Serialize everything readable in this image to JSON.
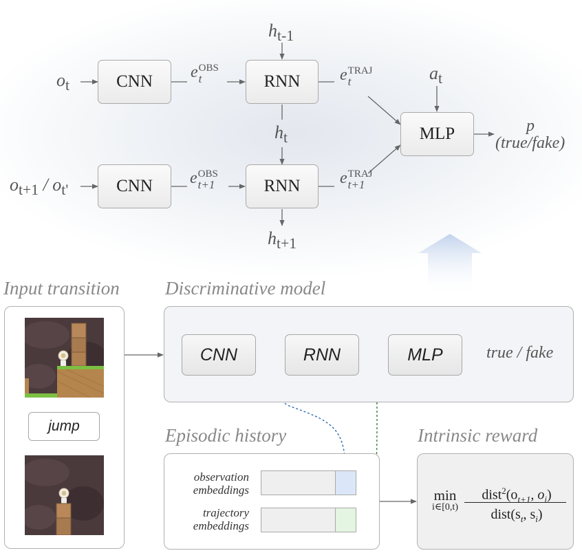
{
  "model": {
    "cnn": "CNN",
    "rnn": "RNN",
    "mlp": "MLP",
    "inputs": {
      "o_t": {
        "base": "o",
        "sub": "t"
      },
      "o_next": {
        "base1": "o",
        "sub1": "t+1",
        "sep": " / ",
        "base2": "o",
        "sub2": "t'"
      }
    },
    "h_prev": {
      "base": "h",
      "sub": "t-1"
    },
    "h_t": {
      "base": "h",
      "sub": "t"
    },
    "h_next": {
      "base": "h",
      "sub": "t+1"
    },
    "e_obs_t": {
      "base": "e",
      "sup": "OBS",
      "sub": "t"
    },
    "e_obs_next": {
      "base": "e",
      "sup": "OBS",
      "sub": "t+1"
    },
    "e_traj_t": {
      "base": "e",
      "sup": "TRAJ",
      "sub": "t"
    },
    "e_traj_next": {
      "base": "e",
      "sup": "TRAJ",
      "sub": "t+1"
    },
    "action": {
      "base": "a",
      "sub": "t"
    },
    "output": {
      "p": "p",
      "label": "(true/fake)"
    }
  },
  "sections": {
    "input_transition": "Input transition",
    "discriminative_model": "Discriminative model",
    "episodic_history": "Episodic history",
    "intrinsic_reward": "Intrinsic reward"
  },
  "discriminative": {
    "cnn": "CNN",
    "rnn": "RNN",
    "mlp": "MLP",
    "output": "true / fake"
  },
  "transition": {
    "action": "jump"
  },
  "history": {
    "observation_label_1": "observation",
    "observation_label_2": "embeddings",
    "trajectory_label_1": "trajectory",
    "trajectory_label_2": "embeddings"
  },
  "reward": {
    "min": "min",
    "min_sub": "i∈[0,t)",
    "num_base": "dist",
    "num_sup": "2",
    "num_open": "(o",
    "num_sub1": "t+1",
    "num_mid": ", o",
    "num_sub2": "i",
    "num_close": ")",
    "den_base": "dist(s",
    "den_sub1": "t",
    "den_mid": ", s",
    "den_sub2": "i",
    "den_close": ")"
  },
  "colors": {
    "obs_slot": "#dbe7f8",
    "traj_slot": "#e4f5e1",
    "blue_link": "#2b6cb0",
    "green_link": "#2f7a3a",
    "up_arrow": "#c9d8ee"
  }
}
